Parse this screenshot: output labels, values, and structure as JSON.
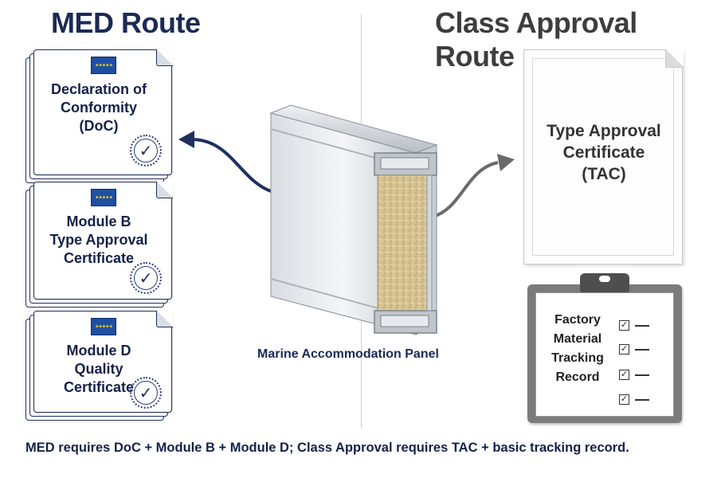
{
  "titles": {
    "left": "MED Route",
    "right": "Class Approval Route"
  },
  "med_certificates": [
    {
      "lines": [
        "Declaration of",
        "Conformity",
        "(DoC)"
      ]
    },
    {
      "lines": [
        "Module B",
        "Type Approval",
        "Certificate"
      ]
    },
    {
      "lines": [
        "Module D",
        "Quality",
        "Certificate"
      ]
    }
  ],
  "panel": {
    "label": "Marine Accommodation Panel"
  },
  "class_certificate": {
    "lines": [
      "Type Approval",
      "Certificate",
      "(TAC)"
    ]
  },
  "tracking_record": {
    "lines": [
      "Factory",
      "Material",
      "Tracking",
      "Record"
    ]
  },
  "footer": {
    "note": "MED requires DoC + Module B + Module D; Class Approval requires TAC + basic tracking record."
  },
  "colors": {
    "navy": "#1b2a55",
    "gray_title": "#3d3d3d",
    "eu_blue": "#1d4fa3",
    "eu_gold": "#f5cc1d",
    "arrow_navy": "#1f3060",
    "arrow_gray": "#6a6a6a"
  },
  "icons": {
    "eu_flag": "eu-flag-icon",
    "seal": "checkmark-seal-icon",
    "anchor": "anchor-wreath-icon",
    "clipboard": "clipboard-icon",
    "checkbox": "checkbox-icon"
  }
}
